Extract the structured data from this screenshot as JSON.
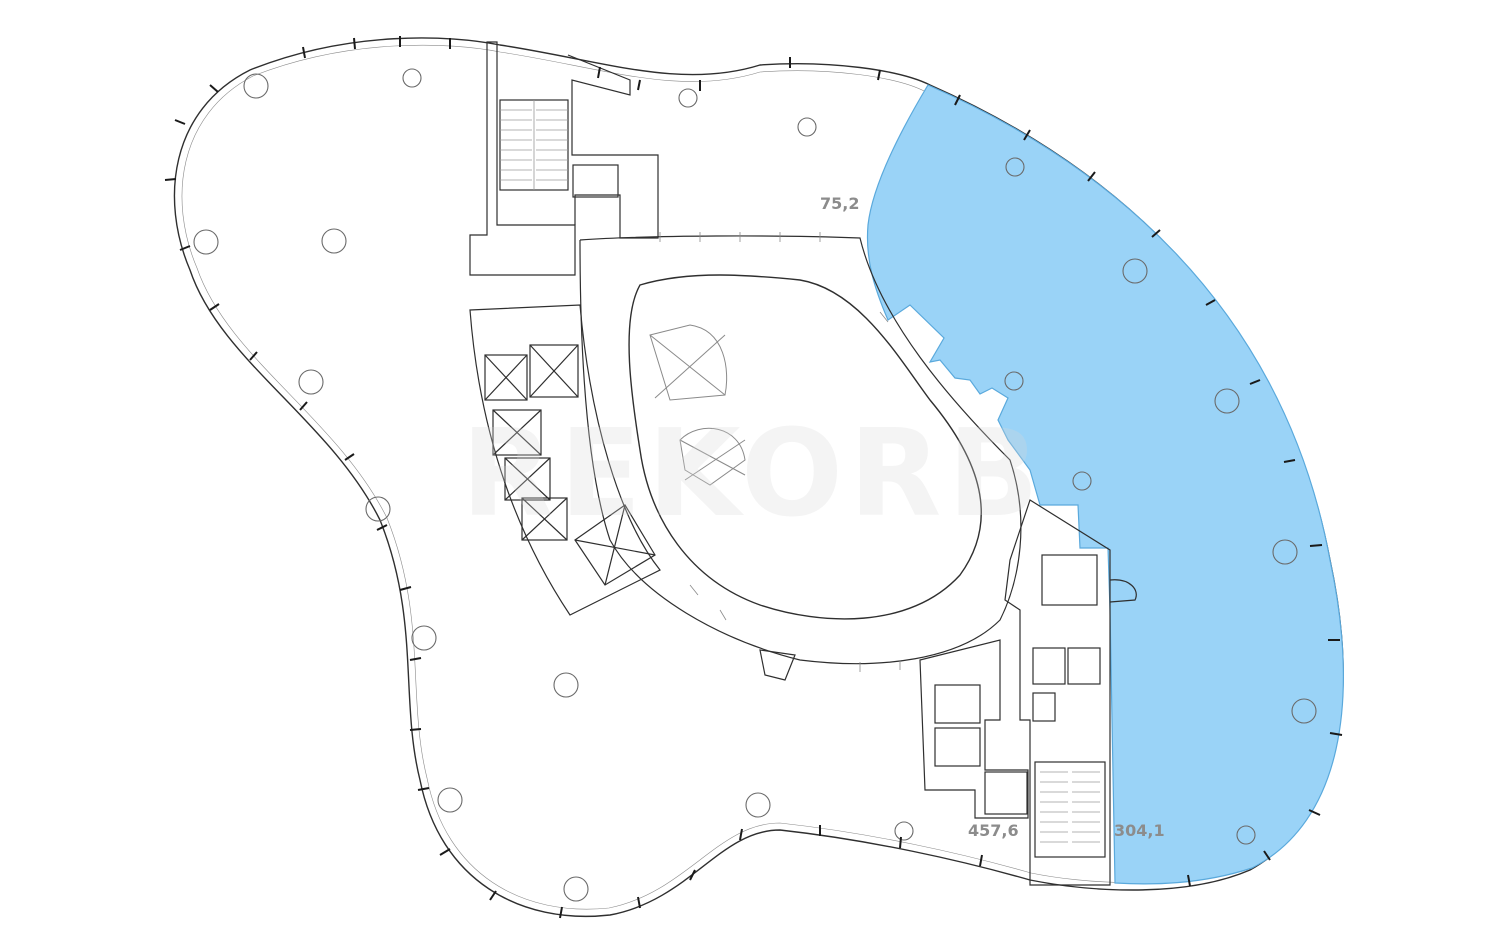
{
  "watermark": "REKORB",
  "colors": {
    "outline": "#2f2f2f",
    "highlight_fill": "#9ad3f7",
    "highlight_stroke": "#5aa9dc",
    "label_text": "#8c8c8c",
    "background": "#ffffff"
  },
  "areas": [
    {
      "id": "area-small",
      "value": "75,2"
    },
    {
      "id": "area-large",
      "value": "457,6"
    },
    {
      "id": "area-highlighted",
      "value": "304,1",
      "highlighted": true
    }
  ]
}
